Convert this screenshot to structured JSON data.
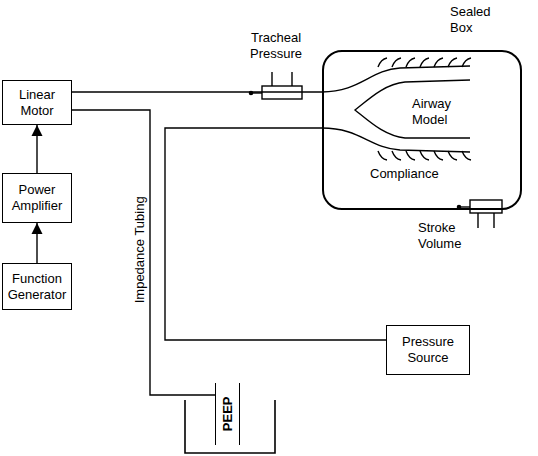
{
  "diagram": {
    "nodes": [
      {
        "text": [
          "Linear Motor"
        ]
      },
      {
        "text": [
          "Power Amplifier"
        ]
      },
      {
        "text": [
          "Function Generator"
        ]
      },
      {
        "text": [
          "Sealed Box"
        ]
      },
      {
        "text": [
          "PEEP"
        ]
      },
      {
        "text": [
          "Pressure Source"
        ]
      }
    ],
    "edges": [
      {
        "from": 2,
        "to": 1,
        "arrow": "to"
      },
      {
        "from": 1,
        "to": 0,
        "arrow": "to"
      },
      {
        "from": 0,
        "to": 3,
        "arrow": "none"
      },
      {
        "from": 0,
        "to": 4,
        "arrow": "none",
        "label": "Impedance Tubing"
      },
      {
        "from": 5,
        "to": 3,
        "arrow": "none"
      }
    ],
    "labels": [
      "Tracheal Pressure",
      "Airway Model",
      "Compliance",
      "Stroke Volume"
    ]
  }
}
